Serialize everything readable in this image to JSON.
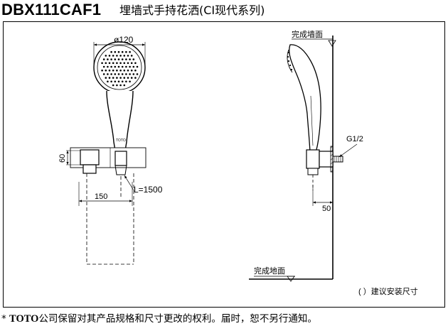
{
  "header": {
    "model_code": "DBX111CAF1",
    "product_name": "埋墙式手持花洒(CI现代系列)"
  },
  "front_view": {
    "head_diameter_label": "ø120",
    "bracket_height_label": "60",
    "width_label": "150",
    "hose_length_label": "L=1500",
    "brand_mark": "TOTO"
  },
  "side_view": {
    "finished_wall_label": "完成墙面",
    "thread_label": "G1/2",
    "depth_label": "50",
    "finished_floor_label": "完成地面"
  },
  "note": "( ）建议安装尺寸",
  "footer": {
    "prefix": "* ",
    "brand": "TOTO",
    "text": "公司保留对其产品规格和尺寸更改的权利。届时，恕不另行通知。"
  }
}
